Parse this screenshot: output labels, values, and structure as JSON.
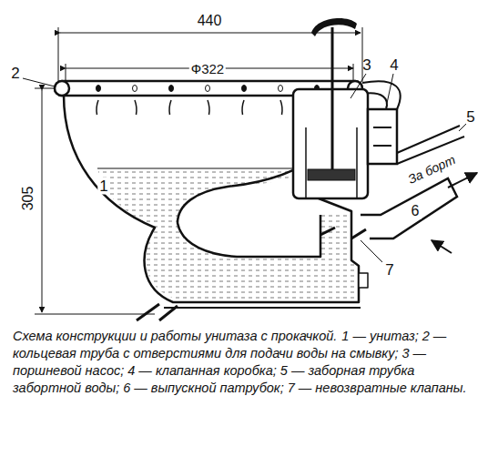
{
  "diagram": {
    "title": "Схема конструкции и работы унитаза с прокачкой.",
    "caption": "1 — унитаз; 2 — кольцевая труба с отверстиями для подачи воды на смывку; 3 — поршневой насос; 4 — клапанная коробка; 5 — заборная трубка забортной воды; 6 — выпускной патрубок; 7 — невозвратные клапаны.",
    "labels": [
      "440",
      "Ф322",
      "305",
      "1",
      "2",
      "3",
      "4",
      "5",
      "За борт",
      "6",
      "7"
    ]
  }
}
